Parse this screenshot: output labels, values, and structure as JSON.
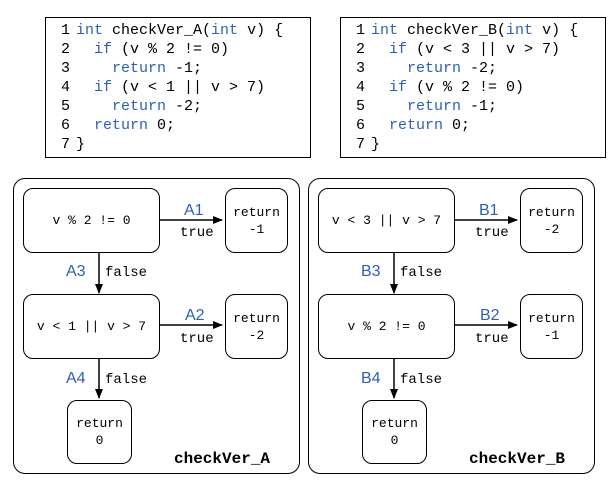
{
  "left": {
    "code": [
      {
        "n": "1",
        "parts": [
          {
            "t": "int",
            "k": 1
          },
          {
            "t": " checkVer_A(",
            "k": 0
          },
          {
            "t": "int",
            "k": 1
          },
          {
            "t": " v) {",
            "k": 0
          }
        ]
      },
      {
        "n": "2",
        "parts": [
          {
            "t": "  ",
            "k": 0
          },
          {
            "t": "if",
            "k": 1
          },
          {
            "t": " (v % 2 != 0)",
            "k": 0
          }
        ]
      },
      {
        "n": "3",
        "parts": [
          {
            "t": "    ",
            "k": 0
          },
          {
            "t": "return",
            "k": 1
          },
          {
            "t": " -1;",
            "k": 0
          }
        ]
      },
      {
        "n": "4",
        "parts": [
          {
            "t": "  ",
            "k": 0
          },
          {
            "t": "if",
            "k": 1
          },
          {
            "t": " (v < 1 || v > 7)",
            "k": 0
          }
        ]
      },
      {
        "n": "5",
        "parts": [
          {
            "t": "    ",
            "k": 0
          },
          {
            "t": "return",
            "k": 1
          },
          {
            "t": " -2;",
            "k": 0
          }
        ]
      },
      {
        "n": "6",
        "parts": [
          {
            "t": "  ",
            "k": 0
          },
          {
            "t": "return",
            "k": 1
          },
          {
            "t": " 0;",
            "k": 0
          }
        ]
      },
      {
        "n": "7",
        "parts": [
          {
            "t": "}",
            "k": 0
          }
        ]
      }
    ],
    "graph": {
      "cond1": "v % 2 != 0",
      "ret1": "return\n-1",
      "cond2": "v < 1 || v > 7",
      "ret2": "return\n-2",
      "ret0": "return\n0",
      "edge_true_1_id": "A1",
      "edge_true_2_id": "A2",
      "edge_false_1_id": "A3",
      "edge_false_2_id": "A4",
      "true_label": "true",
      "false_label": "false",
      "title": "checkVer_A"
    }
  },
  "right": {
    "code": [
      {
        "n": "1",
        "parts": [
          {
            "t": "int",
            "k": 1
          },
          {
            "t": " checkVer_B(",
            "k": 0
          },
          {
            "t": "int",
            "k": 1
          },
          {
            "t": " v) {",
            "k": 0
          }
        ]
      },
      {
        "n": "2",
        "parts": [
          {
            "t": "  ",
            "k": 0
          },
          {
            "t": "if",
            "k": 1
          },
          {
            "t": " (v < 3 || v > 7)",
            "k": 0
          }
        ]
      },
      {
        "n": "3",
        "parts": [
          {
            "t": "    ",
            "k": 0
          },
          {
            "t": "return",
            "k": 1
          },
          {
            "t": " -2;",
            "k": 0
          }
        ]
      },
      {
        "n": "4",
        "parts": [
          {
            "t": "  ",
            "k": 0
          },
          {
            "t": "if",
            "k": 1
          },
          {
            "t": " (v % 2 != 0)",
            "k": 0
          }
        ]
      },
      {
        "n": "5",
        "parts": [
          {
            "t": "    ",
            "k": 0
          },
          {
            "t": "return",
            "k": 1
          },
          {
            "t": " -1;",
            "k": 0
          }
        ]
      },
      {
        "n": "6",
        "parts": [
          {
            "t": "  ",
            "k": 0
          },
          {
            "t": "return",
            "k": 1
          },
          {
            "t": " 0;",
            "k": 0
          }
        ]
      },
      {
        "n": "7",
        "parts": [
          {
            "t": "}",
            "k": 0
          }
        ]
      }
    ],
    "graph": {
      "cond1": "v < 3 || v > 7",
      "ret1": "return\n-2",
      "cond2": "v % 2 != 0",
      "ret2": "return\n-1",
      "ret0": "return\n0",
      "edge_true_1_id": "B1",
      "edge_true_2_id": "B2",
      "edge_false_1_id": "B3",
      "edge_false_2_id": "B4",
      "true_label": "true",
      "false_label": "false",
      "title": "checkVer_B"
    }
  },
  "colors": {
    "keyword": "#2f5fb5",
    "edge_id": "#2f5fb5",
    "line": "#000000"
  }
}
